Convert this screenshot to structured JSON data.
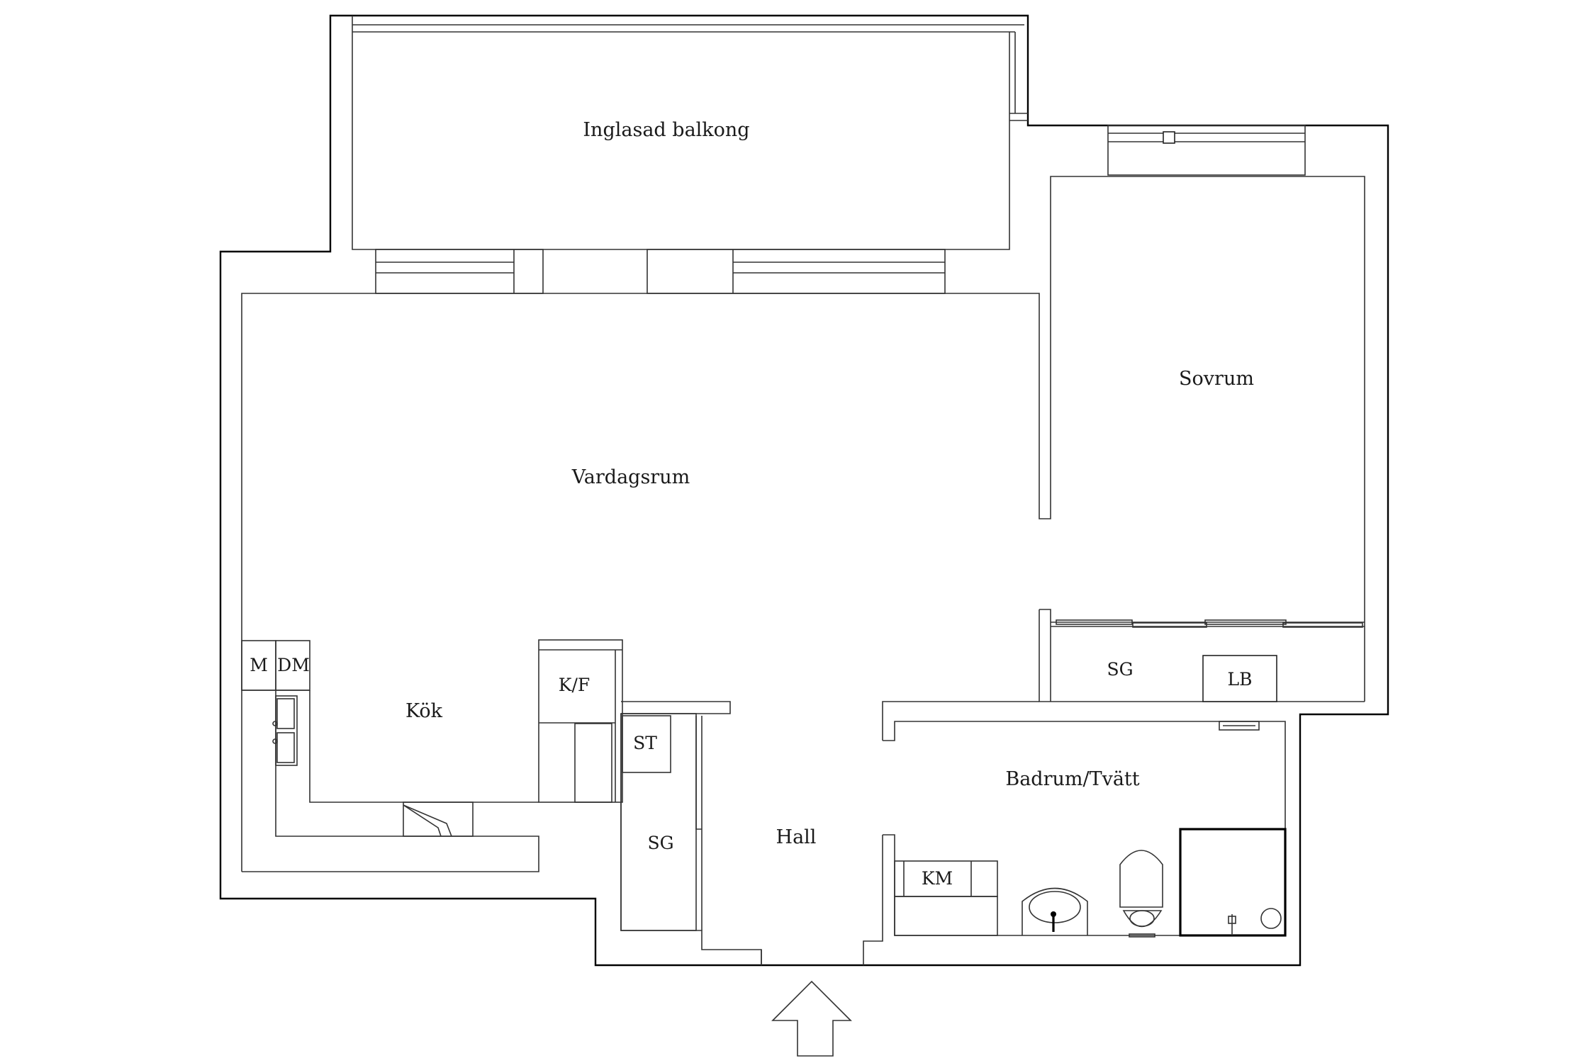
{
  "rooms": {
    "balcony": "Inglasad balkong",
    "living": "Vardagsrum",
    "bedroom": "Sovrum",
    "kitchen": "Kök",
    "hall": "Hall",
    "bathroom": "Badrum/Tvätt"
  },
  "fixtures": {
    "microwave": "M",
    "dishwasher": "DM",
    "fridge_freezer": "K/F",
    "closet_hall": "SG",
    "storage": "ST",
    "closet_bedroom": "SG",
    "linen": "LB",
    "washer": "KM"
  },
  "entrance": "arrow-up-icon"
}
